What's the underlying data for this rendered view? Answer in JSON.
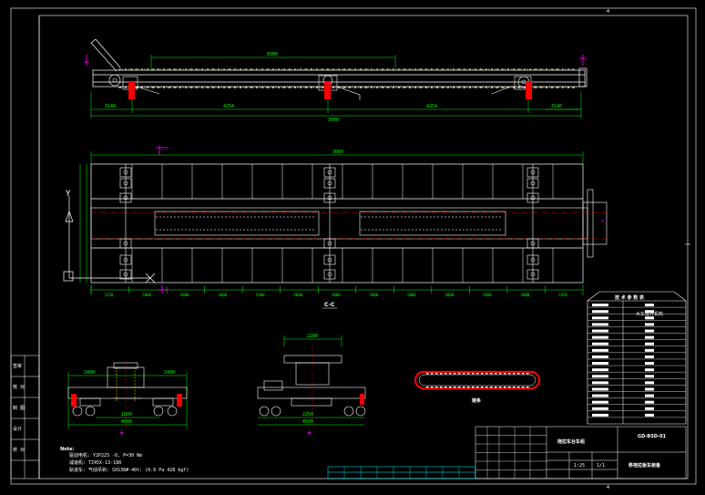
{
  "drawing": {
    "colors": {
      "background": "#000000",
      "frame": "#ffffff",
      "structure": "#ffffff",
      "dimension": "#00ff00",
      "hidden_line": "#ffff00",
      "center_line": "#ff0000",
      "marker": "#ff00ff",
      "accent_red": "#ff0000",
      "border_cyan": "#00ffff"
    },
    "labels": {
      "section_marker": "C-C",
      "chain_view_label": "链条",
      "axis_y": "Y",
      "axis_x": "X",
      "sheet_top_number": "4",
      "sheet_bottom_number": "4"
    },
    "notes": {
      "heading": "Note:",
      "lines": [
        "驱动电机: Y2P225 -6, P=30 Nm",
        "减速机: TZ45X-13-188",
        "轨道车: 气动吊钩: SXS38#-40t: (0.6 Pa 428 kgf)"
      ]
    },
    "dims": {
      "top_overall": "3000",
      "top_left": "4254",
      "top_right": "4254",
      "top_end": "3140",
      "top_span": "8900",
      "plan_overall": "3000",
      "plan_bottom": [
        "2250",
        "5000",
        "5000",
        "5000",
        "5000",
        "5000",
        "5000",
        "5000",
        "5000",
        "5000",
        "5000",
        "5000",
        "2450"
      ],
      "side_view_left": [
        "2400",
        "1800",
        "4000"
      ],
      "side_view_right": [
        "2200",
        "2250",
        "4500"
      ]
    },
    "spec_table": {
      "title": "技 术 参 数 表",
      "header_right": "大车运行机构",
      "rows": 18
    },
    "title_block": {
      "project": "拖拉车台车组",
      "drawing_no": "GD-BSD-01",
      "drawing_name": "移拖拉板车装备",
      "scale": "1:25",
      "sheet": "1/1"
    },
    "left_strip": {
      "items": [
        "签审",
        "核 对",
        "制 图",
        "设计",
        "校 对"
      ]
    }
  }
}
